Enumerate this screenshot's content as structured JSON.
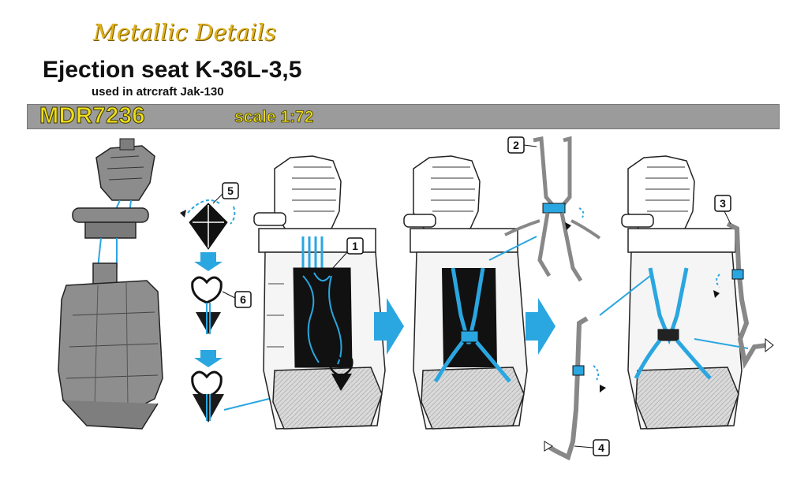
{
  "header": {
    "brand": "Metallic Details",
    "title": "Ejection seat K-36L-3,5",
    "subtitle": "used in atrcraft Jak-130",
    "product_code": "MDR7236",
    "scale": "scale 1:72"
  },
  "callouts": [
    "1",
    "2",
    "3",
    "4",
    "5",
    "6"
  ],
  "colors": {
    "accent_blue": "#2aa6e0",
    "bar_gray": "#9b9b9b",
    "brand_gold": "#e0b21c",
    "code_yellow": "#f1de1a"
  }
}
